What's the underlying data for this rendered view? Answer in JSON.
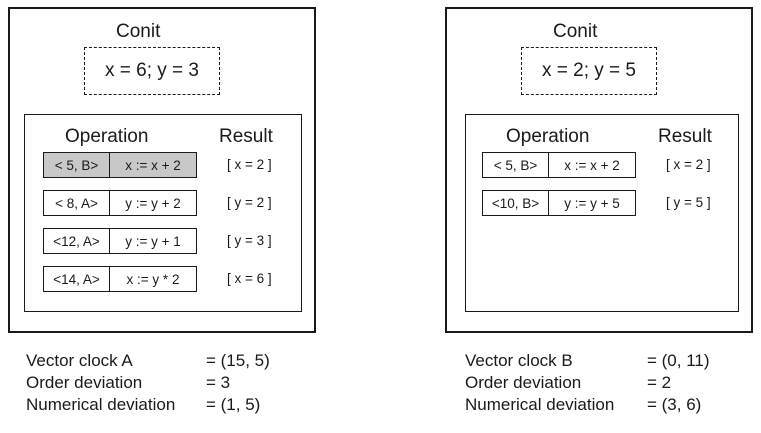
{
  "replica_a": {
    "conit_title": "Conit",
    "conit_value": "x = 6; y = 3",
    "header_operation": "Operation",
    "header_result": "Result",
    "operations": [
      {
        "timestamp": "< 5, B>",
        "expr": "x := x + 2",
        "result": "[ x = 2 ]",
        "shaded": true
      },
      {
        "timestamp": "< 8, A>",
        "expr": "y := y + 2",
        "result": "[ y = 2 ]",
        "shaded": false
      },
      {
        "timestamp": "<12, A>",
        "expr": "y := y + 1",
        "result": "[ y = 3 ]",
        "shaded": false
      },
      {
        "timestamp": "<14, A>",
        "expr": "x := y * 2",
        "result": "[ x = 6 ]",
        "shaded": false
      }
    ],
    "stats": [
      {
        "label": "Vector clock A",
        "value": "= (15, 5)"
      },
      {
        "label": "Order deviation",
        "value": "= 3"
      },
      {
        "label": "Numerical deviation",
        "value": "= (1, 5)"
      }
    ]
  },
  "replica_b": {
    "conit_title": "Conit",
    "conit_value": "x = 2; y = 5",
    "header_operation": "Operation",
    "header_result": "Result",
    "operations": [
      {
        "timestamp": "< 5, B>",
        "expr": "x := x + 2",
        "result": "[ x = 2 ]",
        "shaded": false
      },
      {
        "timestamp": "<10, B>",
        "expr": "y := y + 5",
        "result": "[ y = 5 ]",
        "shaded": false
      }
    ],
    "stats": [
      {
        "label": "Vector clock B",
        "value": "= (0, 11)"
      },
      {
        "label": "Order deviation",
        "value": "= 2"
      },
      {
        "label": "Numerical deviation",
        "value": "= (3, 6)"
      }
    ]
  },
  "colors": {
    "stroke": "#1a1a1a",
    "shaded": "#c8c8c8"
  }
}
